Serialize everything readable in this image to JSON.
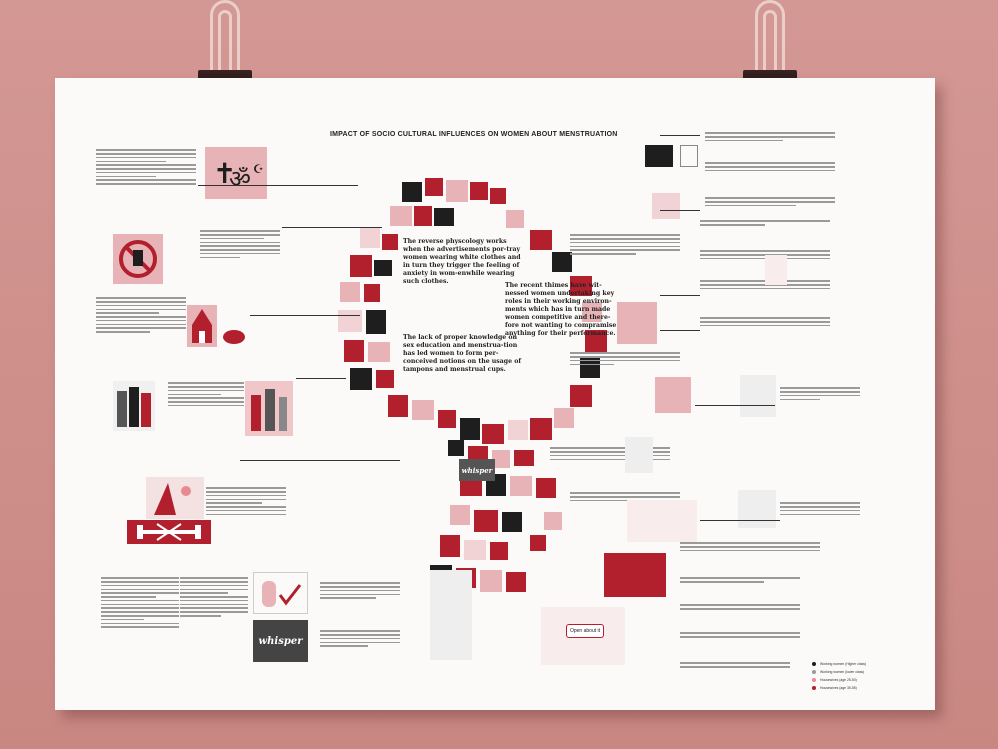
{
  "poster": {
    "title": "IMPACT OF SOCIO CULTURAL INFLUENCES ON WOMEN ABOUT MENSTRUATION",
    "quotes": {
      "q1": "The reverse physcology works when the advertisements por-tray women wearing white clothes and in turn they trigger the feeling of anxiety in wom-enwhile wearing such clothes.",
      "q2": "The lack of proper knowledge on sex education and menstrua-tion has led women to form per-conceived notions on the usage of tampons and menstrual cups.",
      "q3": "The recent thimes have wit-nessed women undertaking key roles in their working environ-ments which has in turn made women competitive and there-fore not wanting to compramise anything for their performance."
    },
    "brand_label": "whisper",
    "bubble_text": "Open about it",
    "legend": [
      {
        "label": "Working women (Higher class)",
        "color": "#1e1e1e"
      },
      {
        "label": "Working women (lower class)",
        "color": "#9a9a9a"
      },
      {
        "label": "Housewives (age 25-50)",
        "color": "#e88a8f"
      },
      {
        "label": "Housewives (age 35-55)",
        "color": "#b21f2d"
      }
    ]
  },
  "colors": {
    "brand_red": "#b21f2d",
    "dark": "#1e1e1e",
    "pink": "#e8b3b6",
    "wall": "#c98a86"
  }
}
